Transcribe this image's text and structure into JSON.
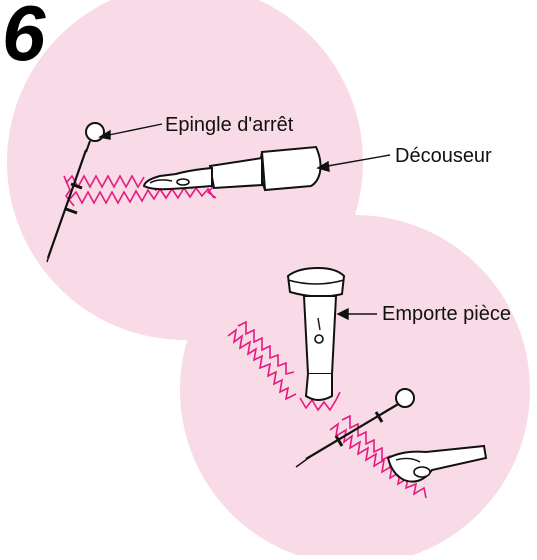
{
  "step_number": "6",
  "labels": {
    "pin": "Epingle d'arrêt",
    "seam_ripper": "Découseur",
    "punch": "Emporte pièce"
  },
  "colors": {
    "circle_fill": "#f8dbe6",
    "stitch": "#e6197f",
    "line": "#111111"
  }
}
